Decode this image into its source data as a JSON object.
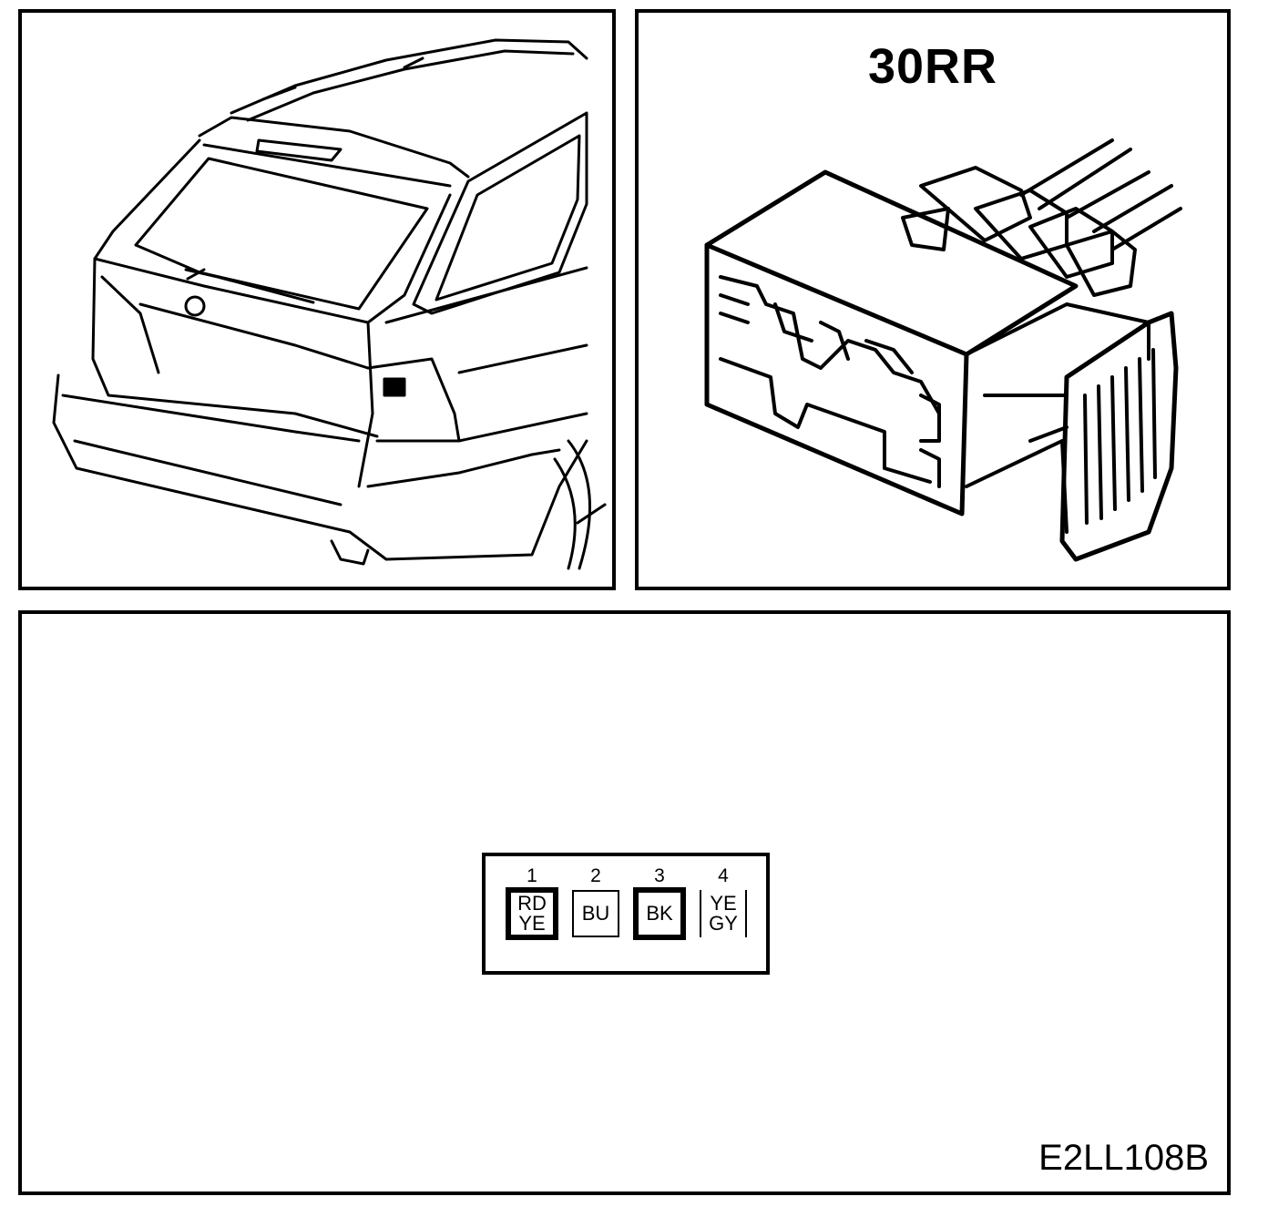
{
  "connector_view": {
    "title": "30RR"
  },
  "pinout": {
    "pins": [
      {
        "number": "1",
        "colors": [
          "RD",
          "YE"
        ]
      },
      {
        "number": "2",
        "colors": [
          "BU"
        ]
      },
      {
        "number": "3",
        "colors": [
          "BK"
        ]
      },
      {
        "number": "4",
        "colors": [
          "YE",
          "GY"
        ]
      }
    ]
  },
  "figure_code": "E2LL108B"
}
